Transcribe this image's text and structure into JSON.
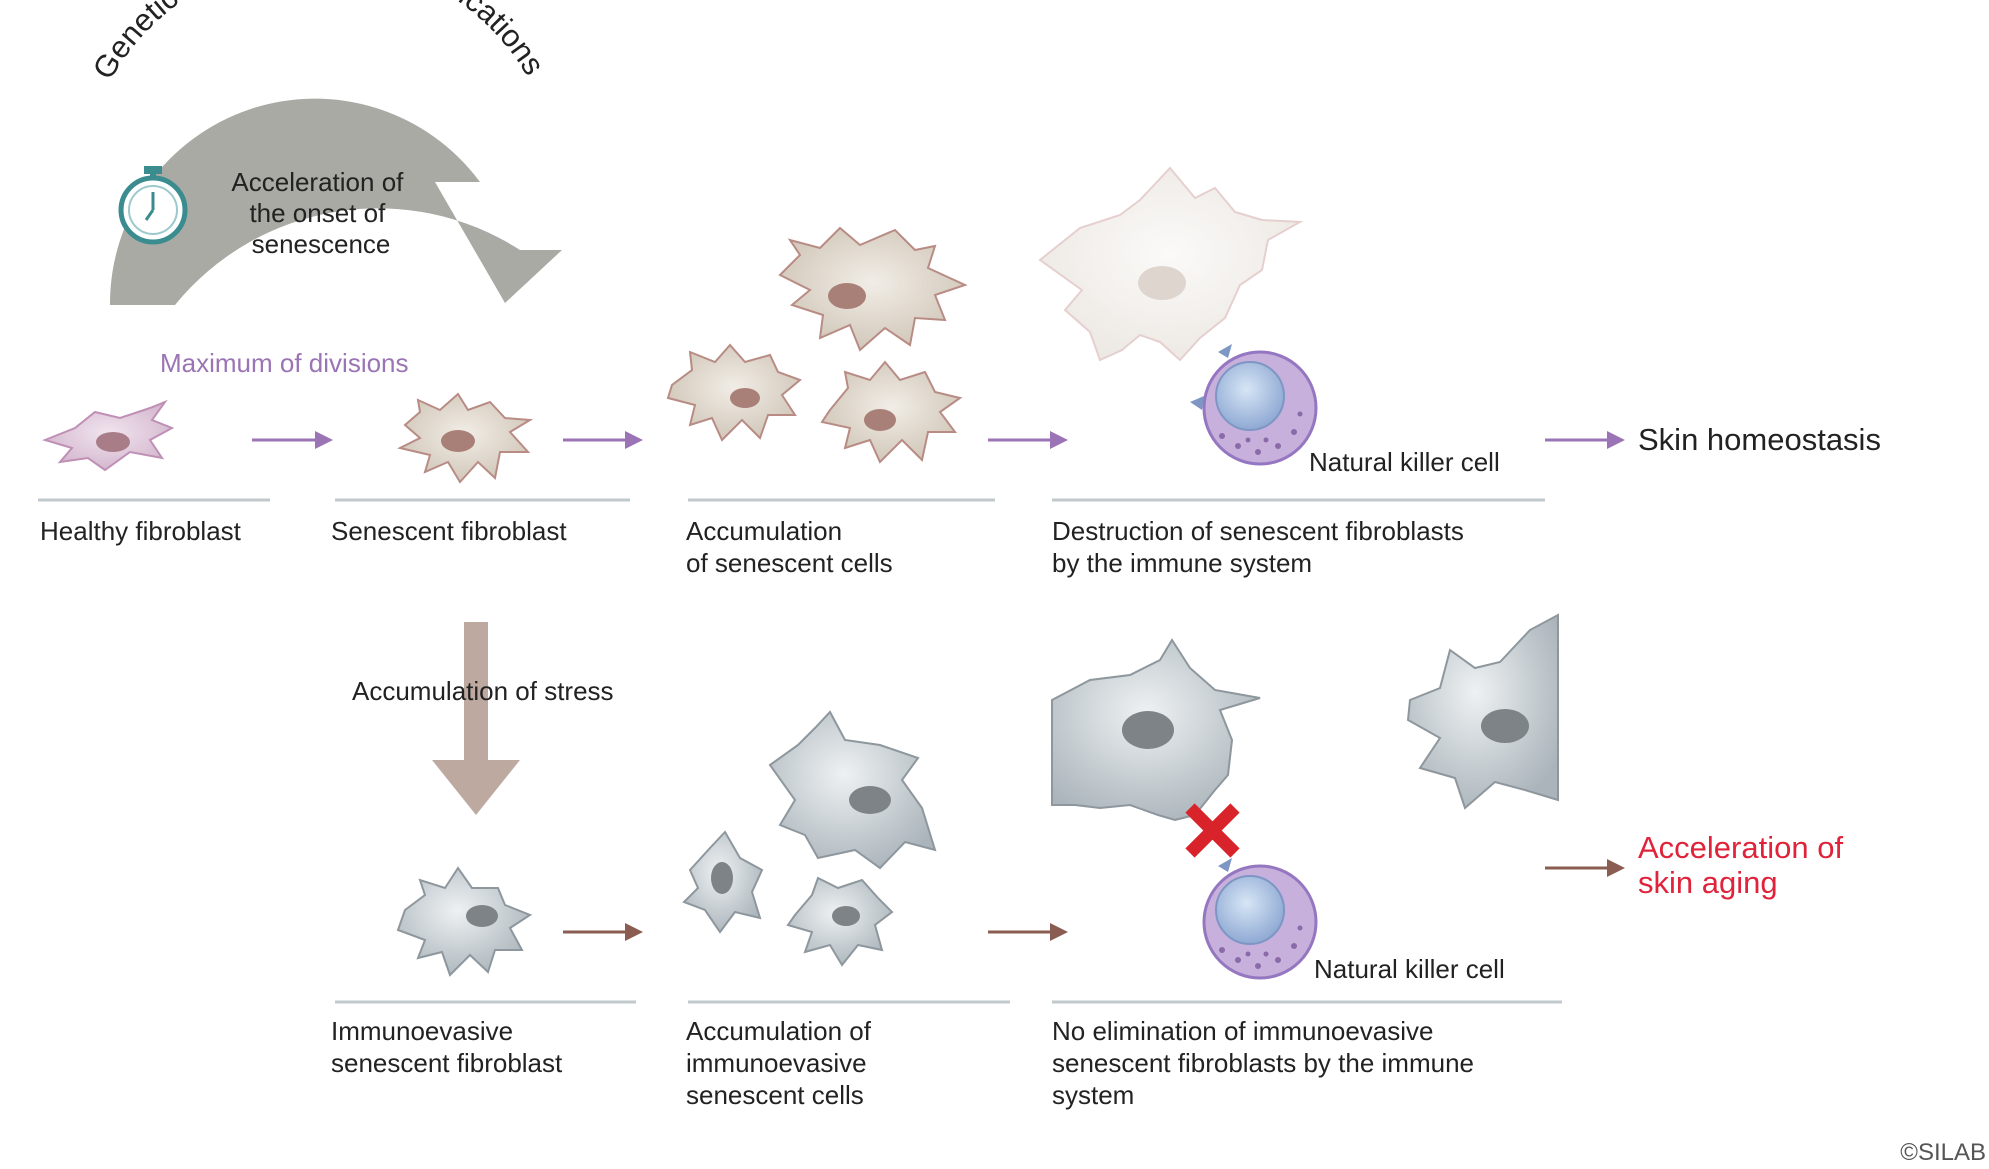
{
  "curved_arrow_label": "Genetic and epigenetic modifications",
  "onset_label": [
    "Acceleration of",
    "the onset of",
    "senescence"
  ],
  "max_divisions_label": "Maximum of divisions",
  "stress_label": "Accumulation of stress",
  "top_row": {
    "healthy": [
      "Healthy fibroblast"
    ],
    "senescent": [
      "Senescent fibroblast"
    ],
    "accumulation": [
      "Accumulation",
      "of senescent cells"
    ],
    "destruction": [
      "Destruction of senescent fibroblasts",
      "by the immune system"
    ],
    "nk_cell": "Natural killer cell",
    "outcome": "Skin homeostasis"
  },
  "bottom_row": {
    "immunoevasive": [
      "Immunoevasive",
      "senescent fibroblast"
    ],
    "accumulation": [
      "Accumulation of",
      "immunoevasive",
      "senescent cells"
    ],
    "no_elimination": [
      "No elimination of immunoevasive",
      "senescent fibroblasts by the immune",
      "system"
    ],
    "nk_cell": "Natural killer cell",
    "outcome": [
      "Acceleration of",
      "skin aging"
    ]
  },
  "copyright": "©SILAB",
  "colors": {
    "purple_arrow": "#9a74b4",
    "brown_arrow": "#8a5c52",
    "gray_arrow": "#a9aaa3",
    "stress_arrow": "#bda9a0",
    "red_text": "#e0233a",
    "red_cross": "#d8232a"
  }
}
